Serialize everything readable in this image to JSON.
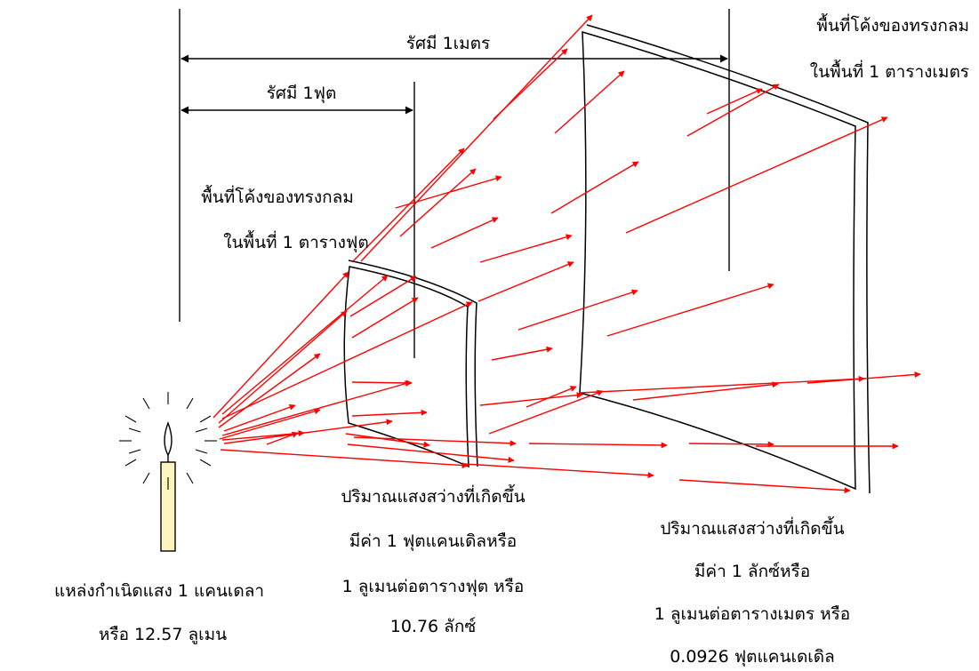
{
  "dimensions": {
    "radius_meter": "รัศมี 1เมตร",
    "radius_foot": "รัศมี 1ฟุต"
  },
  "surfaces": {
    "meter": {
      "line1": "พื้นที่โค้งของทรงกลม",
      "line2": "ในพื้นที่ 1 ตารางเมตร"
    },
    "foot": {
      "line1": "พื้นที่โค้งของทรงกลม",
      "line2": "ในพื้นที่ 1 ตารางฟุต"
    }
  },
  "source": {
    "line1": "แหล่งกำเนิดแสง 1 แคนเดลา",
    "line2": "หรือ 12.57 ลูเมน"
  },
  "illuminance_foot": {
    "line1": "ปริมาณแสงสว่างที่เกิดขึ้น",
    "line2": "มีค่า 1 ฟุตแคนเดิลหรือ",
    "line3": "1 ลูเมนต่อตารางฟุต หรือ",
    "line4": "10.76 ลักซ์"
  },
  "illuminance_meter": {
    "line1": "ปริมาณแสงสว่างที่เกิดขึ้น",
    "line2": "มีค่า 1 ลักซ์หรือ",
    "line3": "1 ลูเมนต่อตารางเมตร หรือ",
    "line4": "0.0926 ฟุตแคนเดเดิล"
  },
  "colors": {
    "ray": "#ff0000",
    "line": "#000000",
    "candle_body": "#fdf5c0",
    "background": "#ffffff"
  }
}
